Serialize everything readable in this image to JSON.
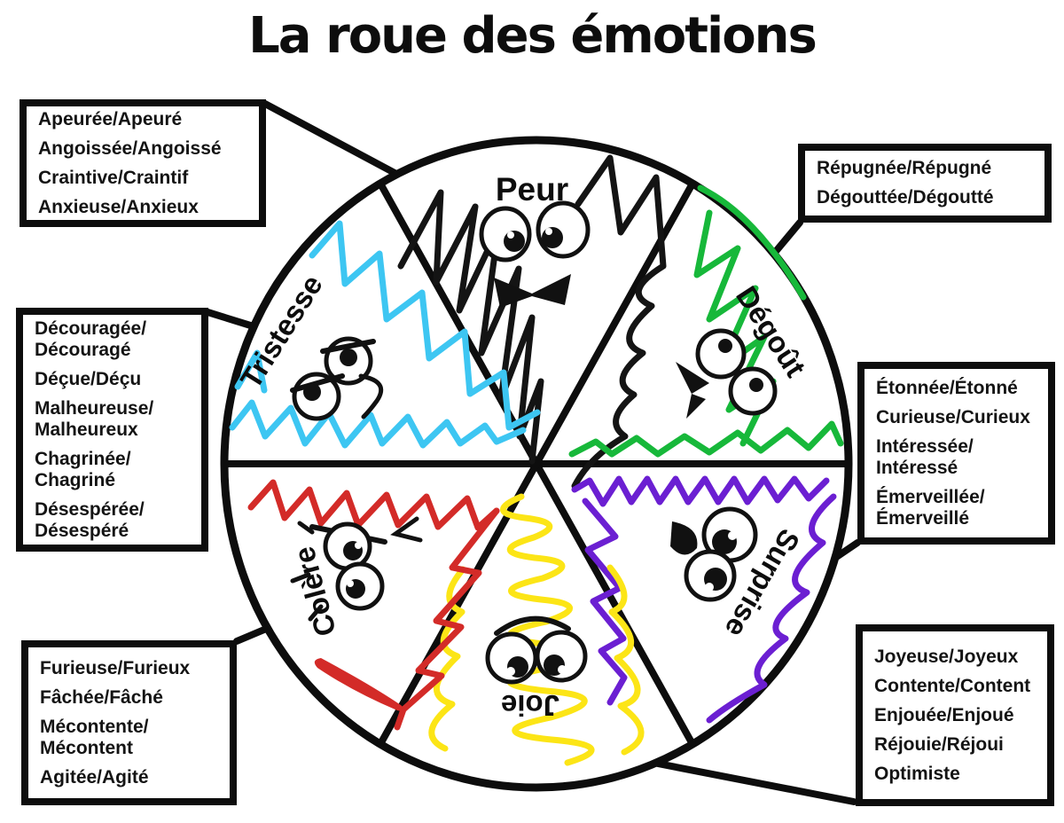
{
  "title": "La roue des émotions",
  "wheel": {
    "sectors": [
      {
        "id": "peur",
        "label": "Peur",
        "color": "#141414"
      },
      {
        "id": "degout",
        "label": "Dégoût",
        "color": "#17b83a"
      },
      {
        "id": "surprise",
        "label": "Surprise",
        "color": "#6b1fd2"
      },
      {
        "id": "joie",
        "label": "Joie",
        "color": "#fce516"
      },
      {
        "id": "colere",
        "label": "Colère",
        "color": "#d32b28"
      },
      {
        "id": "tristesse",
        "label": "Tristesse",
        "color": "#3dc6f2"
      }
    ]
  },
  "boxes": {
    "peur": {
      "lines": [
        "Apeurée/Apeuré",
        "Angoissée/Angoissé",
        "Craintive/Craintif",
        "Anxieuse/Anxieux"
      ]
    },
    "degout": {
      "lines": [
        "Répugnée/Répugné",
        "Dégouttée/Dégoutté"
      ]
    },
    "tristesse": {
      "lines": [
        "Découragée/",
        "Découragé",
        "Déçue/Déçu",
        "Malheureuse/",
        "Malheureux",
        "Chagrinée/",
        "Chagriné",
        "Désespérée/",
        "Désespéré"
      ]
    },
    "surprise": {
      "lines": [
        "Étonnée/Étonné",
        "Curieuse/Curieux",
        "Intéressée/",
        "Intéressé",
        "Émerveillée/",
        "Émerveillé"
      ]
    },
    "colere": {
      "lines": [
        "Furieuse/Furieux",
        "Fâchée/Fâché",
        "Mécontente/",
        "Mécontent",
        "Agitée/Agité"
      ]
    },
    "joie": {
      "lines": [
        "Joyeuse/Joyeux",
        "Contente/Content",
        "Enjouée/Enjoué",
        "Réjouie/Réjoui",
        "Optimiste"
      ]
    }
  }
}
